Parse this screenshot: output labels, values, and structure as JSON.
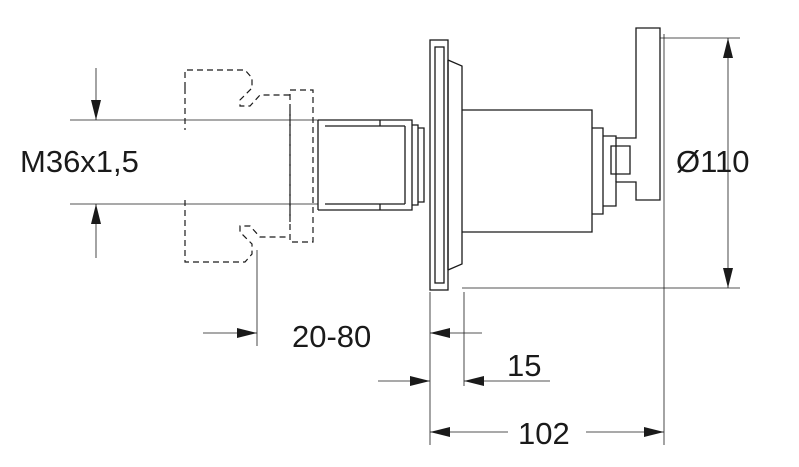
{
  "drawing": {
    "dimensions": {
      "thread": "M36x1,5",
      "diameter": "Ø110",
      "wall_range": "20-80",
      "rosette_depth": "15",
      "total_depth": "102"
    }
  }
}
